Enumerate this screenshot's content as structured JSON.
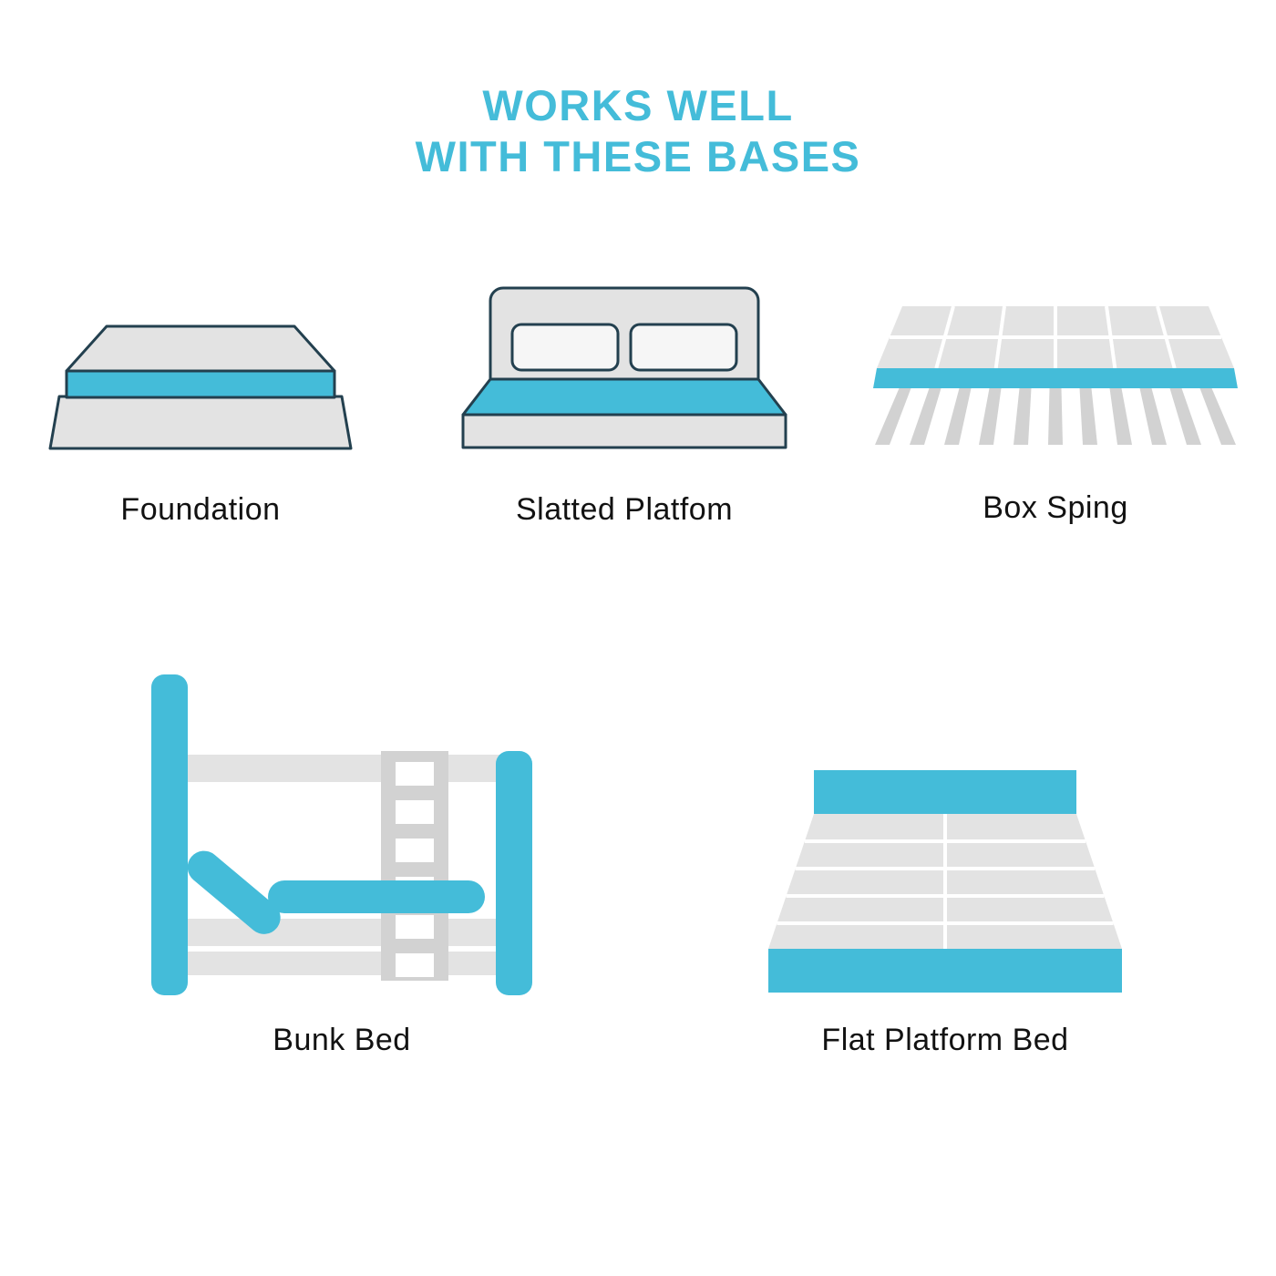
{
  "title": {
    "line1": "WORKS WELL",
    "line2": "WITH THESE BASES"
  },
  "colors": {
    "accent": "#44BCD9",
    "gray": "#E3E3E3",
    "grayDark": "#D2D2D2",
    "light": "#F6F6F6",
    "outline": "#23404F",
    "ink": "#121212"
  },
  "items": [
    {
      "id": "foundation",
      "label": "Foundation"
    },
    {
      "id": "slatted-platform",
      "label": "Slatted Platfom"
    },
    {
      "id": "box-spring",
      "label": "Box Sping"
    },
    {
      "id": "bunk-bed",
      "label": "Bunk Bed"
    },
    {
      "id": "flat-platform-bed",
      "label": "Flat Platform Bed"
    }
  ]
}
